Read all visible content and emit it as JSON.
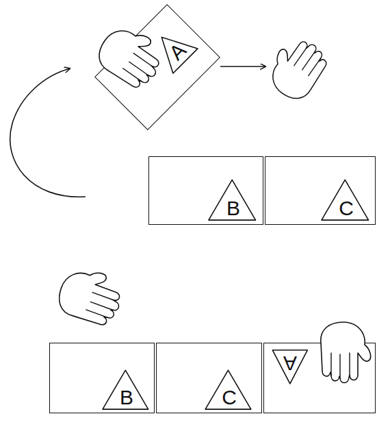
{
  "diagram": {
    "nodes": [
      {
        "text": [
          "A"
        ]
      },
      {
        "text": [
          "B"
        ]
      },
      {
        "text": [
          "C"
        ]
      },
      {
        "text": [
          "B"
        ]
      },
      {
        "text": [
          "C"
        ]
      },
      {
        "text": [
          "A"
        ]
      }
    ]
  }
}
